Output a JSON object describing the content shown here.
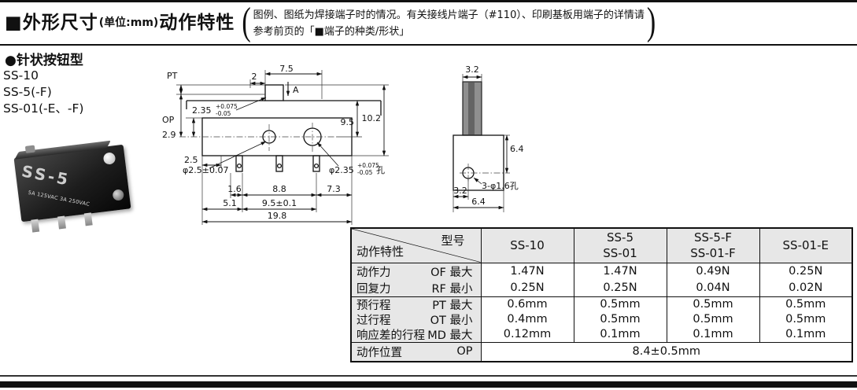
{
  "header": {
    "title": "■外形尺寸",
    "unit": "(单位:mm)",
    "title2": "动作特性",
    "paren_open": "(",
    "paren_close": ")",
    "note_line1": "图例、图纸为焊接端子时的情况。有关接线片端子（#110）、印刷基板用端子的详情请",
    "note_line2": "参考前页的「■端子的种类/形状」"
  },
  "section": {
    "heading": "●针状按钮型",
    "models": [
      "SS-10",
      "SS-5(-F)",
      "SS-01(-E、-F)"
    ]
  },
  "photo": {
    "model_text": "SS-5",
    "rating_text": "5A 125VAC 3A 250VAC"
  },
  "front_view": {
    "pt_label": "PT",
    "op_label": "OP",
    "dim_2": "2",
    "dim_7_5": "7.5",
    "arrow_label": "A",
    "pin_dia": "2.35",
    "pin_dia_tol_plus": "+0.075",
    "pin_dia_tol_minus": "-0.05",
    "dim_2_9": "2.9",
    "dim_2_5": "2.5",
    "dim_9_5": "9.5",
    "dim_10_2": "10.2",
    "hole_left_label": "φ2.5±0.07",
    "hole_right_label": "φ2.35",
    "hole_right_tol_plus": "+0.075",
    "hole_right_tol_minus": "-0.05",
    "hole_right_suffix": "孔",
    "dim_1_6": "1.6",
    "dim_8_8": "8.8",
    "dim_7_3": "7.3",
    "dim_5_1": "5.1",
    "dim_9_5b": "9.5±0.1",
    "dim_19_8": "19.8"
  },
  "side_view": {
    "dim_3_2_top": "3.2",
    "dim_6_4_right": "6.4",
    "hole_label": "3-φ1.6孔",
    "dim_3_2_bottom": "3.2",
    "dim_6_4_bottom": "6.4"
  },
  "spec_table": {
    "corner_top": "型号",
    "corner_bottom": "动作特性",
    "columns": [
      {
        "line1": "SS-10",
        "line2": ""
      },
      {
        "line1": "SS-5",
        "line2": "SS-01"
      },
      {
        "line1": "SS-5-F",
        "line2": "SS-01-F"
      },
      {
        "line1": "SS-01-E",
        "line2": ""
      }
    ],
    "force_rows": [
      {
        "name": "动作力",
        "cond": "OF 最大",
        "values": [
          "1.47N",
          "1.47N",
          "0.49N",
          "0.25N"
        ]
      },
      {
        "name": "回复力",
        "cond": "RF 最小",
        "values": [
          "0.25N",
          "0.25N",
          "0.04N",
          "0.02N"
        ]
      }
    ],
    "travel_rows": [
      {
        "name": "预行程",
        "cond": "PT 最大",
        "values": [
          "0.6mm",
          "0.5mm",
          "0.5mm",
          "0.5mm"
        ]
      },
      {
        "name": "过行程",
        "cond": "OT 最小",
        "values": [
          "0.4mm",
          "0.5mm",
          "0.5mm",
          "0.5mm"
        ]
      },
      {
        "name": "响应差的行程",
        "cond": "MD 最大",
        "values": [
          "0.12mm",
          "0.1mm",
          "0.1mm",
          "0.1mm"
        ]
      }
    ],
    "op_row": {
      "name": "动作位置",
      "cond": "OP",
      "value": "8.4±0.5mm"
    }
  }
}
